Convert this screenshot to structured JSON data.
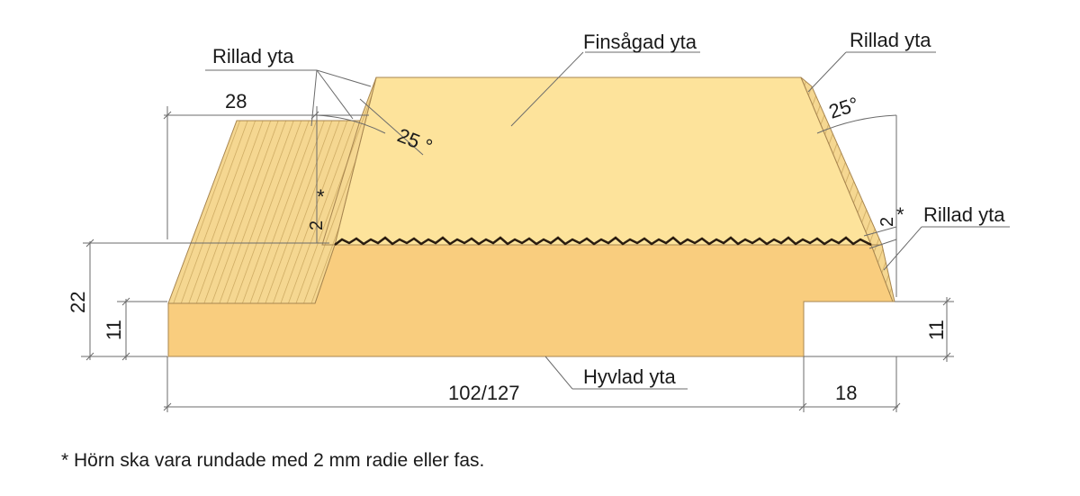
{
  "labels": {
    "rillad_left": "Rillad yta",
    "finsagad": "Finsågad yta",
    "rillad_top_right": "Rillad yta",
    "rillad_right": "Rillad yta",
    "hyvlad": "Hyvlad yta"
  },
  "dimensions": {
    "top_width": "28",
    "angle_left": "25 °",
    "angle_right": "25°",
    "corner_left": "2",
    "corner_right": "2",
    "asterisk_left": "*",
    "asterisk_right": "*",
    "height_total": "22",
    "height_left_lower": "11",
    "height_right_lower": "11",
    "width_total": "102/127",
    "width_rebate": "18"
  },
  "footnote": "* Hörn ska vara rundade med 2 mm radie eller fas.",
  "colors": {
    "upper_fill": "#fde39b",
    "lower_fill": "#f9cd7e",
    "ribbed_fill": "#f5d791",
    "rib_line": "#c9a55c",
    "outline": "#8a6b3a"
  }
}
